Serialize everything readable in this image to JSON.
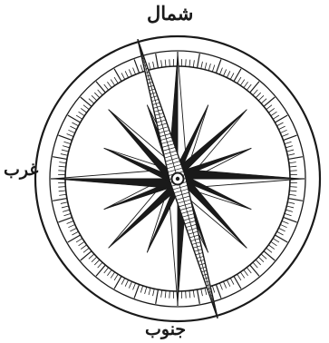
{
  "labels": {
    "north": "شمال",
    "west": "غرب",
    "south": "جنوب"
  },
  "icons": [
    "compass-rose-icon",
    "compass-needle-icon"
  ],
  "colors": {
    "ink": "#1a1a1a",
    "paper": "#ffffff"
  }
}
